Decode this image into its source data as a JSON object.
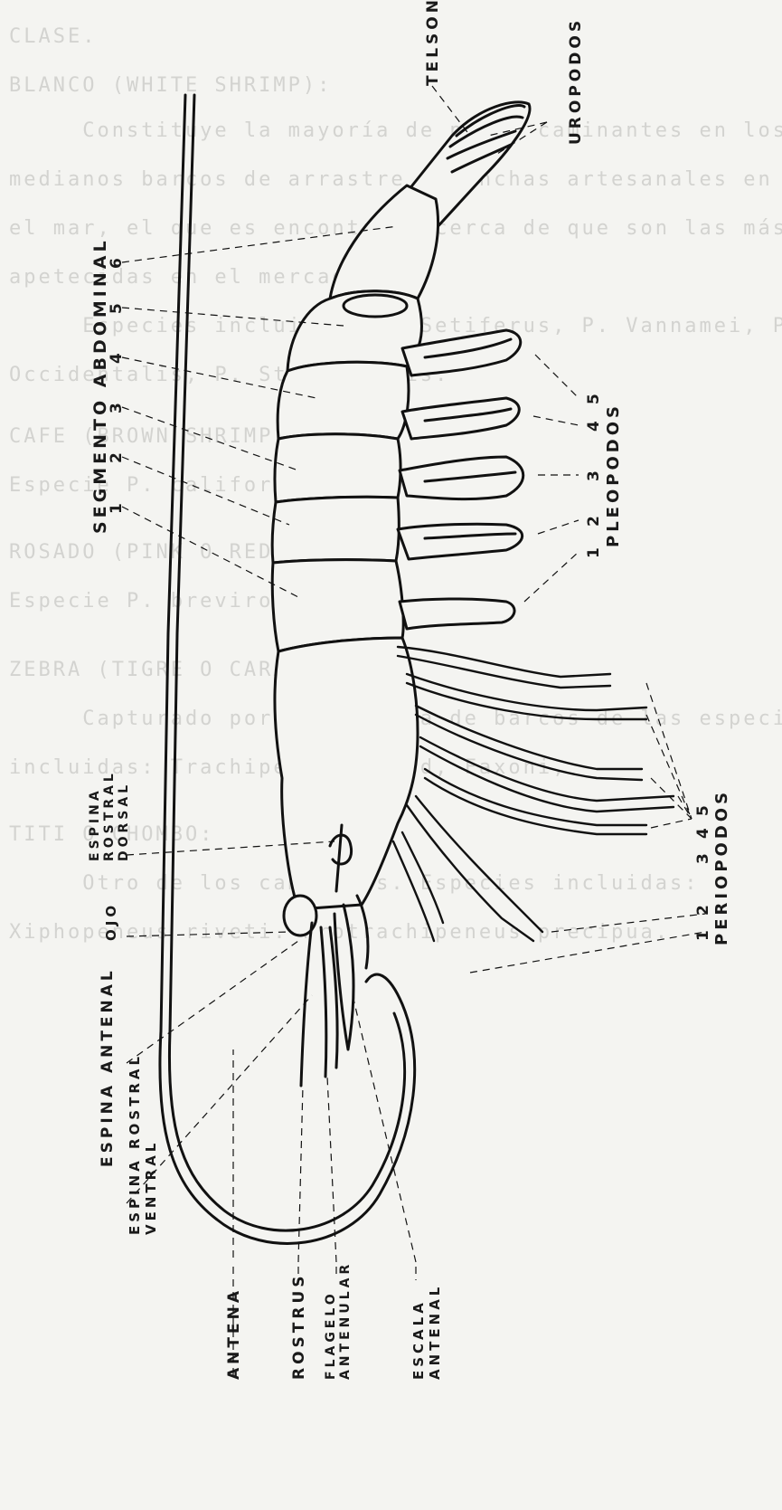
{
  "background_text": [
    "CLASE.",
    "BLANCO (WHITE SHRIMP):",
    "     Constituye la mayoría de peces caminantes en los",
    "medianos barcos de arrastre y lanchas artesanales en",
    "el mar, el que es encontrado cerca de que son las más",
    "apetecidas en el mercado.",
    "     Especies incluidas: P. Setiferus, P. Vannamei, P.",
    "Occidentalis, P. Stylirostris.",
    "CAFE (BROWN SHRIMP):",
    "Especie P. californiensis.",
    "ROSADO (PINK O RED SHRIMP):",
    "Especie P. brevirostris.",
    "ZEBRA (TIGRE O CARABELA):",
    "     Capturado por la mayoría de barcos de las especies",
    "incluidas: Trachipeneus, Byrd, Faxoni,",
    "TITI O CHOMBO:",
    "     Otro de los camarones. Especies incluidas:",
    "Xiphopeneus riveti. Protrachipeneus precipua."
  ],
  "labels": {
    "telson": "TELSON",
    "uropodos": "UROPODOS",
    "segmento_abdominal": "SEGMENTO ABDOMINAL",
    "segment_numbers": [
      "1",
      "2",
      "3",
      "4",
      "5",
      "6"
    ],
    "pleopodos": "PLEOPODOS",
    "pleopod_numbers": [
      "1",
      "2",
      "3",
      "4",
      "5"
    ],
    "periopodos": "PERIOPODOS",
    "periopod_numbers": [
      "1",
      "2",
      "3",
      "4",
      "5"
    ],
    "espina_rostral_dorsal_1": "ESPINA",
    "espina_rostral_dorsal_2": "ROSTRAL",
    "espina_rostral_dorsal_3": "DORSAL",
    "ojo": "OJO",
    "espina_antenal": "ESPINA ANTENAL",
    "espina_rostral_ventral_1": "ESPINA ROSTRAL",
    "espina_rostral_ventral_2": "VENTRAL",
    "antena": "ANTENA",
    "rostrus": "ROSTRUS",
    "flagelo_antenular_1": "FLAGELO",
    "flagelo_antenular_2": "ANTENULAR",
    "escala_antenal_1": "ESCALA",
    "escala_antenal_2": "ANTENAL"
  }
}
